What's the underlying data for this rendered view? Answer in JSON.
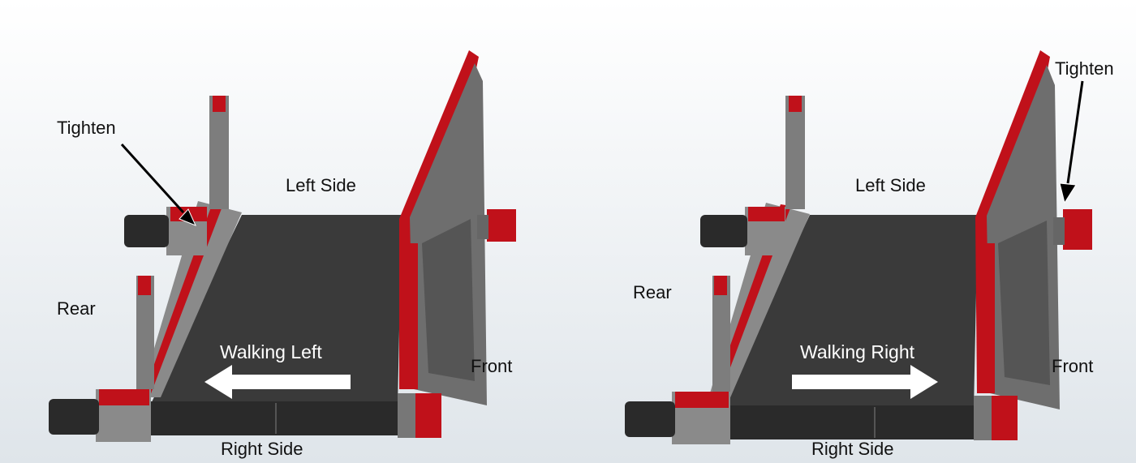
{
  "panels": [
    {
      "labels": {
        "tighten": "Tighten",
        "left_side": "Left Side",
        "rear": "Rear",
        "walking": "Walking Left",
        "front": "Front",
        "right_side": "Right Side"
      },
      "arrow_direction": "left"
    },
    {
      "labels": {
        "tighten": "Tighten",
        "left_side": "Left Side",
        "rear": "Rear",
        "walking": "Walking Right",
        "front": "Front",
        "right_side": "Right Side"
      },
      "arrow_direction": "right"
    }
  ],
  "colors": {
    "frame_red": "#c0111a",
    "belt": "#3a3a3a",
    "steel": "#7d7d7d",
    "roller": "#2a2a2a",
    "background_top": "#ffffff",
    "background_bottom": "#dfe5ea"
  }
}
